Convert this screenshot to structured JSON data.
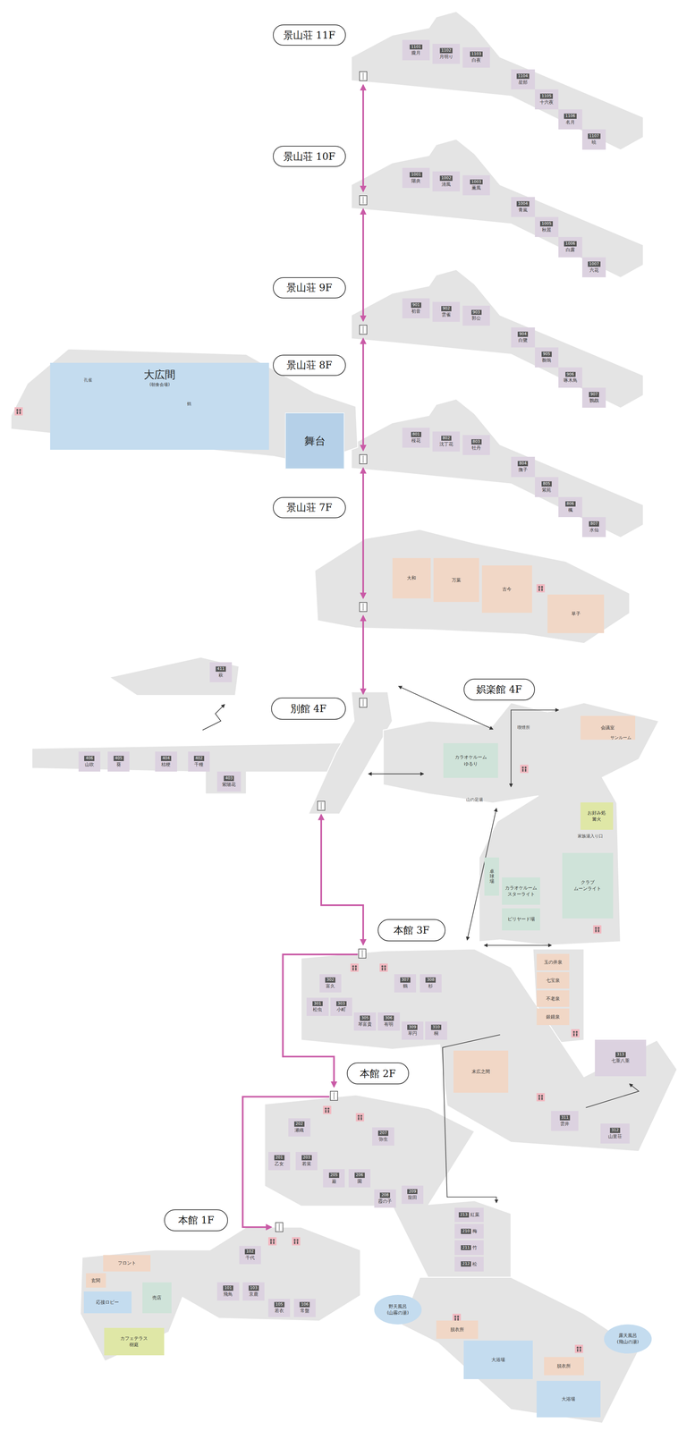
{
  "diagram": {
    "nodes": [
      {
        "text": [
          "景山荘 11F"
        ]
      },
      {
        "text": [
          "1101",
          "朧月"
        ]
      },
      {
        "text": [
          "1102",
          "月明り"
        ]
      },
      {
        "text": [
          "1103",
          "白夜"
        ]
      },
      {
        "text": [
          "1104",
          "星部"
        ]
      },
      {
        "text": [
          "1105",
          "十六夜"
        ]
      },
      {
        "text": [
          "1106",
          "名月"
        ]
      },
      {
        "text": [
          "1107",
          "暁"
        ]
      },
      {
        "text": [
          "景山荘 10F"
        ]
      },
      {
        "text": [
          "1001",
          "陽炎"
        ]
      },
      {
        "text": [
          "1002",
          "清風"
        ]
      },
      {
        "text": [
          "1003",
          "薫風"
        ]
      },
      {
        "text": [
          "1004",
          "青嵐"
        ]
      },
      {
        "text": [
          "1005",
          "秋麗"
        ]
      },
      {
        "text": [
          "1006",
          "白露"
        ]
      },
      {
        "text": [
          "1007",
          "六花"
        ]
      },
      {
        "text": [
          "景山荘 9F"
        ]
      },
      {
        "text": [
          "901",
          "初音"
        ]
      },
      {
        "text": [
          "902",
          "雲雀"
        ]
      },
      {
        "text": [
          "903",
          "郭公"
        ]
      },
      {
        "text": [
          "904",
          "白鷺"
        ]
      },
      {
        "text": [
          "905",
          "鶺鴒"
        ]
      },
      {
        "text": [
          "906",
          "啄木鳥"
        ]
      },
      {
        "text": [
          "907",
          "鸚鵡"
        ]
      },
      {
        "text": [
          "景山荘 8F"
        ]
      },
      {
        "text": [
          "大広間",
          "(朝食会場)"
        ]
      },
      {
        "text": [
          "舞台"
        ],
        "in": 25
      },
      {
        "text": [
          "801",
          "桜花"
        ]
      },
      {
        "text": [
          "802",
          "沈丁花"
        ]
      },
      {
        "text": [
          "803",
          "牡丹"
        ]
      },
      {
        "text": [
          "804",
          "撫子"
        ]
      },
      {
        "text": [
          "805",
          "紫苑"
        ]
      },
      {
        "text": [
          "806",
          "楓"
        ]
      },
      {
        "text": [
          "807",
          "水仙"
        ]
      },
      {
        "text": [
          "景山荘 7F"
        ]
      },
      {
        "text": [
          "大和"
        ]
      },
      {
        "text": [
          "万葉"
        ]
      },
      {
        "text": [
          "古今"
        ]
      },
      {
        "text": [
          "草子"
        ]
      },
      {
        "text": [
          "別館 4F"
        ]
      },
      {
        "text": [
          "411",
          "萩"
        ]
      },
      {
        "text": [
          "406",
          "山吹"
        ]
      },
      {
        "text": [
          "405",
          "葵"
        ]
      },
      {
        "text": [
          "404",
          "桔梗"
        ]
      },
      {
        "text": [
          "402",
          "千種"
        ]
      },
      {
        "text": [
          "403",
          "紫陽花"
        ]
      },
      {
        "text": [
          "娯楽館 4F"
        ]
      },
      {
        "text": [
          "会議室"
        ]
      },
      {
        "text": [
          "カラオケルーム",
          "ゆるり"
        ]
      },
      {
        "text": [
          "お好み処",
          "篝火"
        ]
      },
      {
        "text": [
          "卓球場"
        ]
      },
      {
        "text": [
          "クラブ",
          "ムーンライト"
        ]
      },
      {
        "text": [
          "カラオケルーム",
          "スターライト"
        ]
      },
      {
        "text": [
          "ビリヤード場"
        ]
      },
      {
        "text": [
          "本館 3F"
        ]
      },
      {
        "text": [
          "302",
          "富久"
        ]
      },
      {
        "text": [
          "307",
          "鶴"
        ]
      },
      {
        "text": [
          "308",
          "杉"
        ]
      },
      {
        "text": [
          "301",
          "松虫"
        ]
      },
      {
        "text": [
          "303",
          "小町"
        ]
      },
      {
        "text": [
          "305",
          "琴富貴"
        ]
      },
      {
        "text": [
          "306",
          "有明"
        ]
      },
      {
        "text": [
          "309",
          "草円"
        ]
      },
      {
        "text": [
          "310",
          "桐"
        ]
      },
      {
        "text": [
          "玉の井泉"
        ]
      },
      {
        "text": [
          "七宝泉"
        ]
      },
      {
        "text": [
          "不老泉"
        ]
      },
      {
        "text": [
          "銀鏡泉"
        ]
      },
      {
        "text": [
          "末広之間"
        ]
      },
      {
        "text": [
          "313",
          "七重八重"
        ]
      },
      {
        "text": [
          "311",
          "雲井"
        ]
      },
      {
        "text": [
          "312",
          "山里荘"
        ]
      },
      {
        "text": [
          "本館 2F"
        ]
      },
      {
        "text": [
          "202",
          "瀬織"
        ]
      },
      {
        "text": [
          "207",
          "弥生"
        ]
      },
      {
        "text": [
          "201",
          "乙女"
        ]
      },
      {
        "text": [
          "203",
          "若菜"
        ]
      },
      {
        "text": [
          "205",
          "巌"
        ]
      },
      {
        "text": [
          "206",
          "園"
        ]
      },
      {
        "text": [
          "208",
          "霞の子"
        ]
      },
      {
        "text": [
          "209",
          "龍田"
        ]
      },
      {
        "text": [
          "213",
          "紅葉"
        ]
      },
      {
        "text": [
          "210",
          "梅"
        ]
      },
      {
        "text": [
          "211",
          "竹"
        ]
      },
      {
        "text": [
          "212",
          "松"
        ]
      },
      {
        "text": [
          "本館 1F"
        ]
      },
      {
        "text": [
          "フロント"
        ]
      },
      {
        "text": [
          "玄関"
        ]
      },
      {
        "text": [
          "応接ロビー"
        ]
      },
      {
        "text": [
          "売店"
        ]
      },
      {
        "text": [
          "カフェテラス",
          "樹庭"
        ]
      },
      {
        "text": [
          "102",
          "千代"
        ]
      },
      {
        "text": [
          "101",
          "飛鳥"
        ]
      },
      {
        "text": [
          "103",
          "京鹿"
        ]
      },
      {
        "text": [
          "105",
          "若衣"
        ]
      },
      {
        "text": [
          "106",
          "常盤"
        ]
      },
      {
        "text": [
          "野天風呂",
          "(山霧の湯)"
        ]
      },
      {
        "text": [
          "脱衣所"
        ]
      },
      {
        "text": [
          "大浴場"
        ]
      },
      {
        "text": [
          "脱衣所"
        ]
      },
      {
        "text": [
          "露天風呂",
          "(飛山の湯)"
        ]
      },
      {
        "text": [
          "大浴場"
        ]
      }
    ],
    "labels": [
      "孔雀",
      "鶴",
      "喫煙所",
      "サンルーム",
      "山の足湯",
      "家族湯入り口"
    ]
  }
}
